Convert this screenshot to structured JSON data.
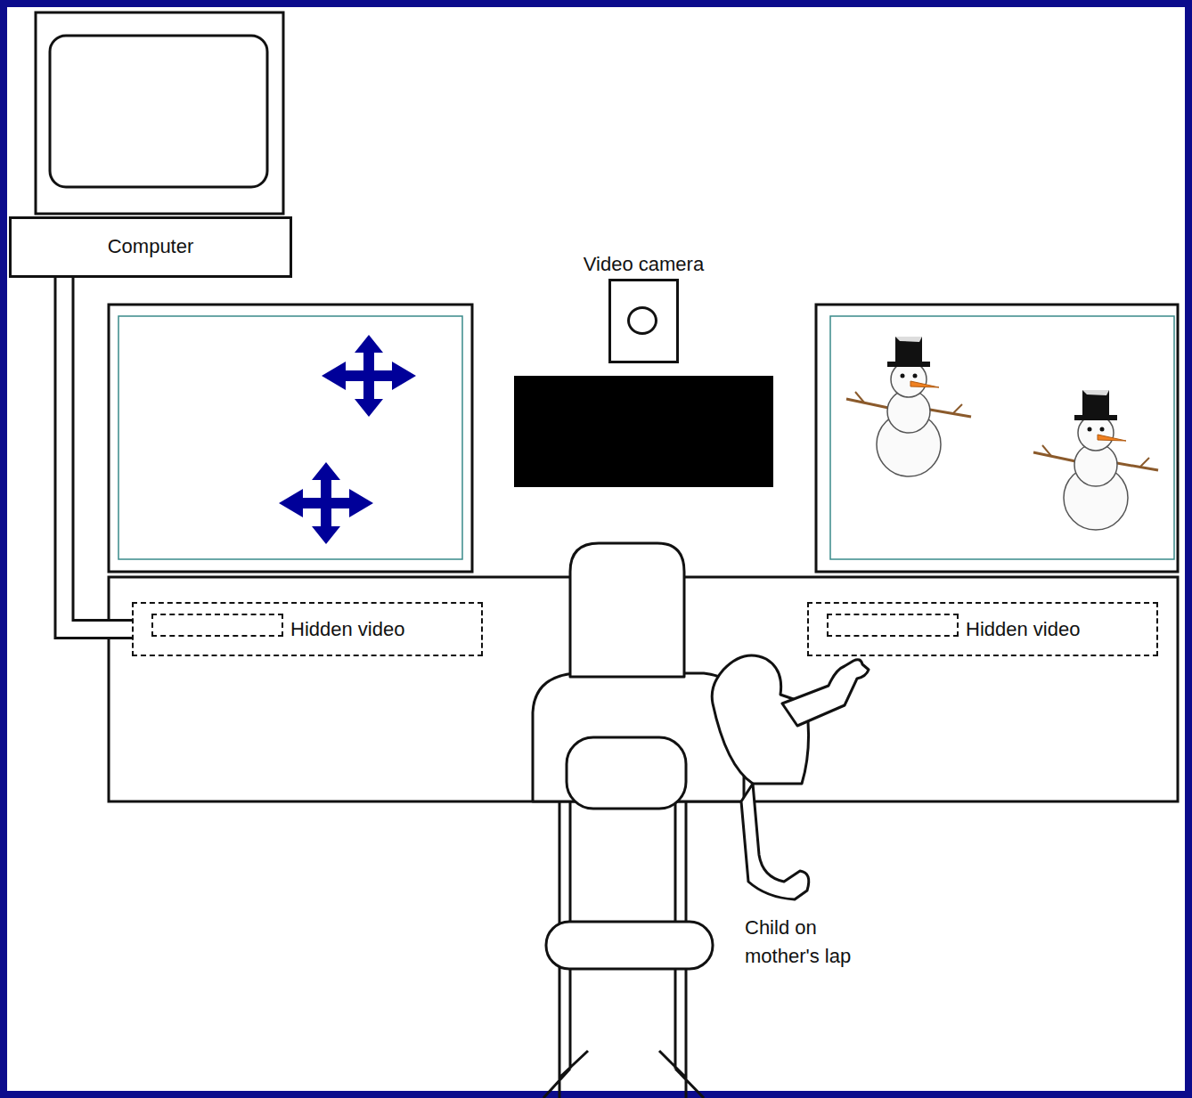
{
  "diagram": {
    "nodes": [
      {
        "text": [
          "Computer"
        ]
      },
      {
        "text": [
          "Video camera"
        ]
      },
      {
        "text": [
          "Hidden video"
        ]
      },
      {
        "text": [
          "Hidden video"
        ]
      }
    ],
    "edges": [
      {
        "from": 0,
        "to": 2,
        "arrow": "none"
      }
    ],
    "labels": [
      "Child on mother's lap"
    ]
  }
}
